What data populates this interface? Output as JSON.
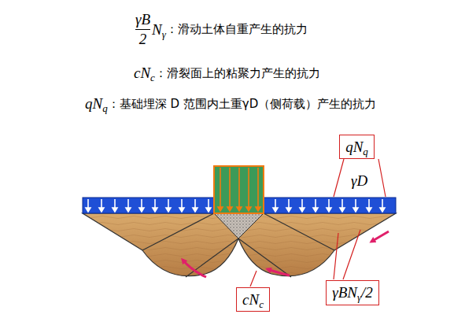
{
  "diagram": {
    "nodes": [
      {
        "text": [
          "qN",
          "q"
        ]
      },
      {
        "text": [
          "cN",
          "c"
        ]
      },
      {
        "text": [
          "γBN",
          "γ",
          "/2"
        ]
      }
    ],
    "labels": [
      "γB",
      "2",
      "N",
      "γ",
      "：滑动土体自重产生的抗力",
      "cN",
      "c",
      "：滑裂面上的粘聚力产生的抗力",
      "qN",
      "q",
      "：基础埋深 D 范围内土重γD（侧荷载）产生的抗力",
      "γD"
    ]
  }
}
